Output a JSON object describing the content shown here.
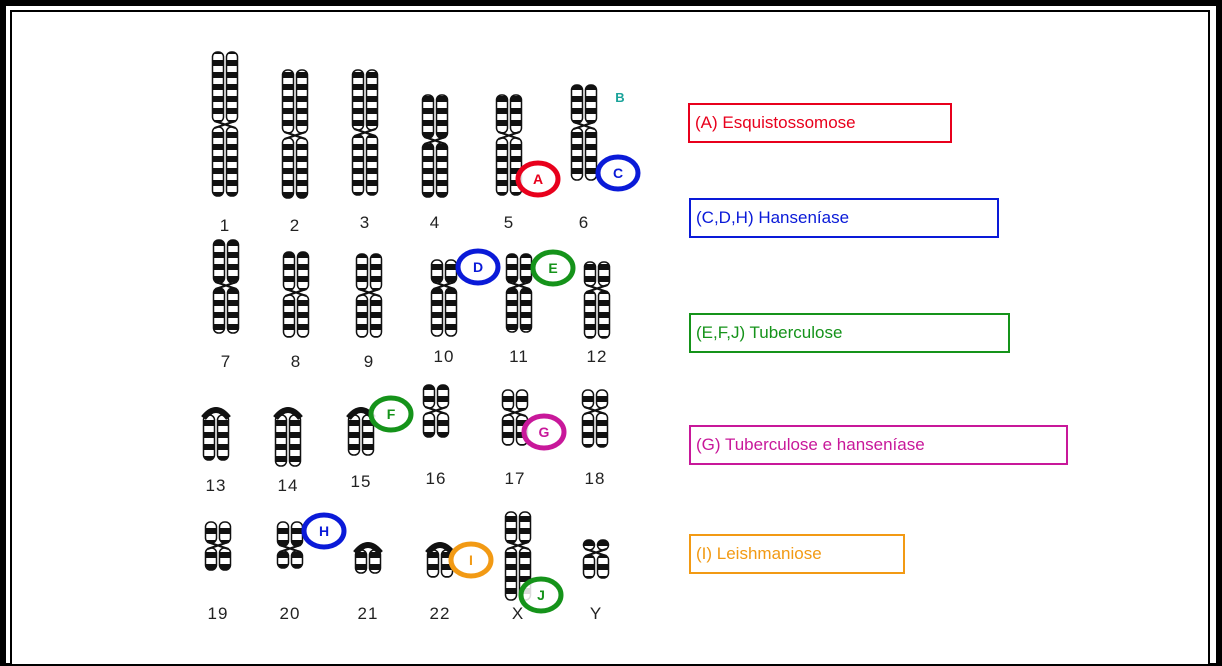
{
  "karyotype": {
    "chromosomes": [
      "1",
      "2",
      "3",
      "4",
      "5",
      "6",
      "7",
      "8",
      "9",
      "10",
      "11",
      "12",
      "13",
      "14",
      "15",
      "16",
      "17",
      "18",
      "19",
      "20",
      "21",
      "22",
      "X",
      "Y"
    ]
  },
  "markers": [
    {
      "letter": "A",
      "color": "#e8001c"
    },
    {
      "letter": "B",
      "color": "#1aa39a"
    },
    {
      "letter": "C",
      "color": "#0a1ad8"
    },
    {
      "letter": "D",
      "color": "#0a1ad8"
    },
    {
      "letter": "E",
      "color": "#15931a"
    },
    {
      "letter": "F",
      "color": "#15931a"
    },
    {
      "letter": "G",
      "color": "#c8189a"
    },
    {
      "letter": "H",
      "color": "#0a1ad8"
    },
    {
      "letter": "I",
      "color": "#f29a14"
    },
    {
      "letter": "J",
      "color": "#15931a"
    }
  ],
  "legend": [
    {
      "label": "(A)  Esquistossomose",
      "color": "#e8001c"
    },
    {
      "label": "(C,D,H) Hanseníase",
      "color": "#0a1ad8"
    },
    {
      "label": "(E,F,J) Tuberculose",
      "color": "#15931a"
    },
    {
      "label": "(G) Tuberculose e hanseníase",
      "color": "#c8189a"
    },
    {
      "label": "(I) Leishmaniose",
      "color": "#f29a14"
    }
  ]
}
